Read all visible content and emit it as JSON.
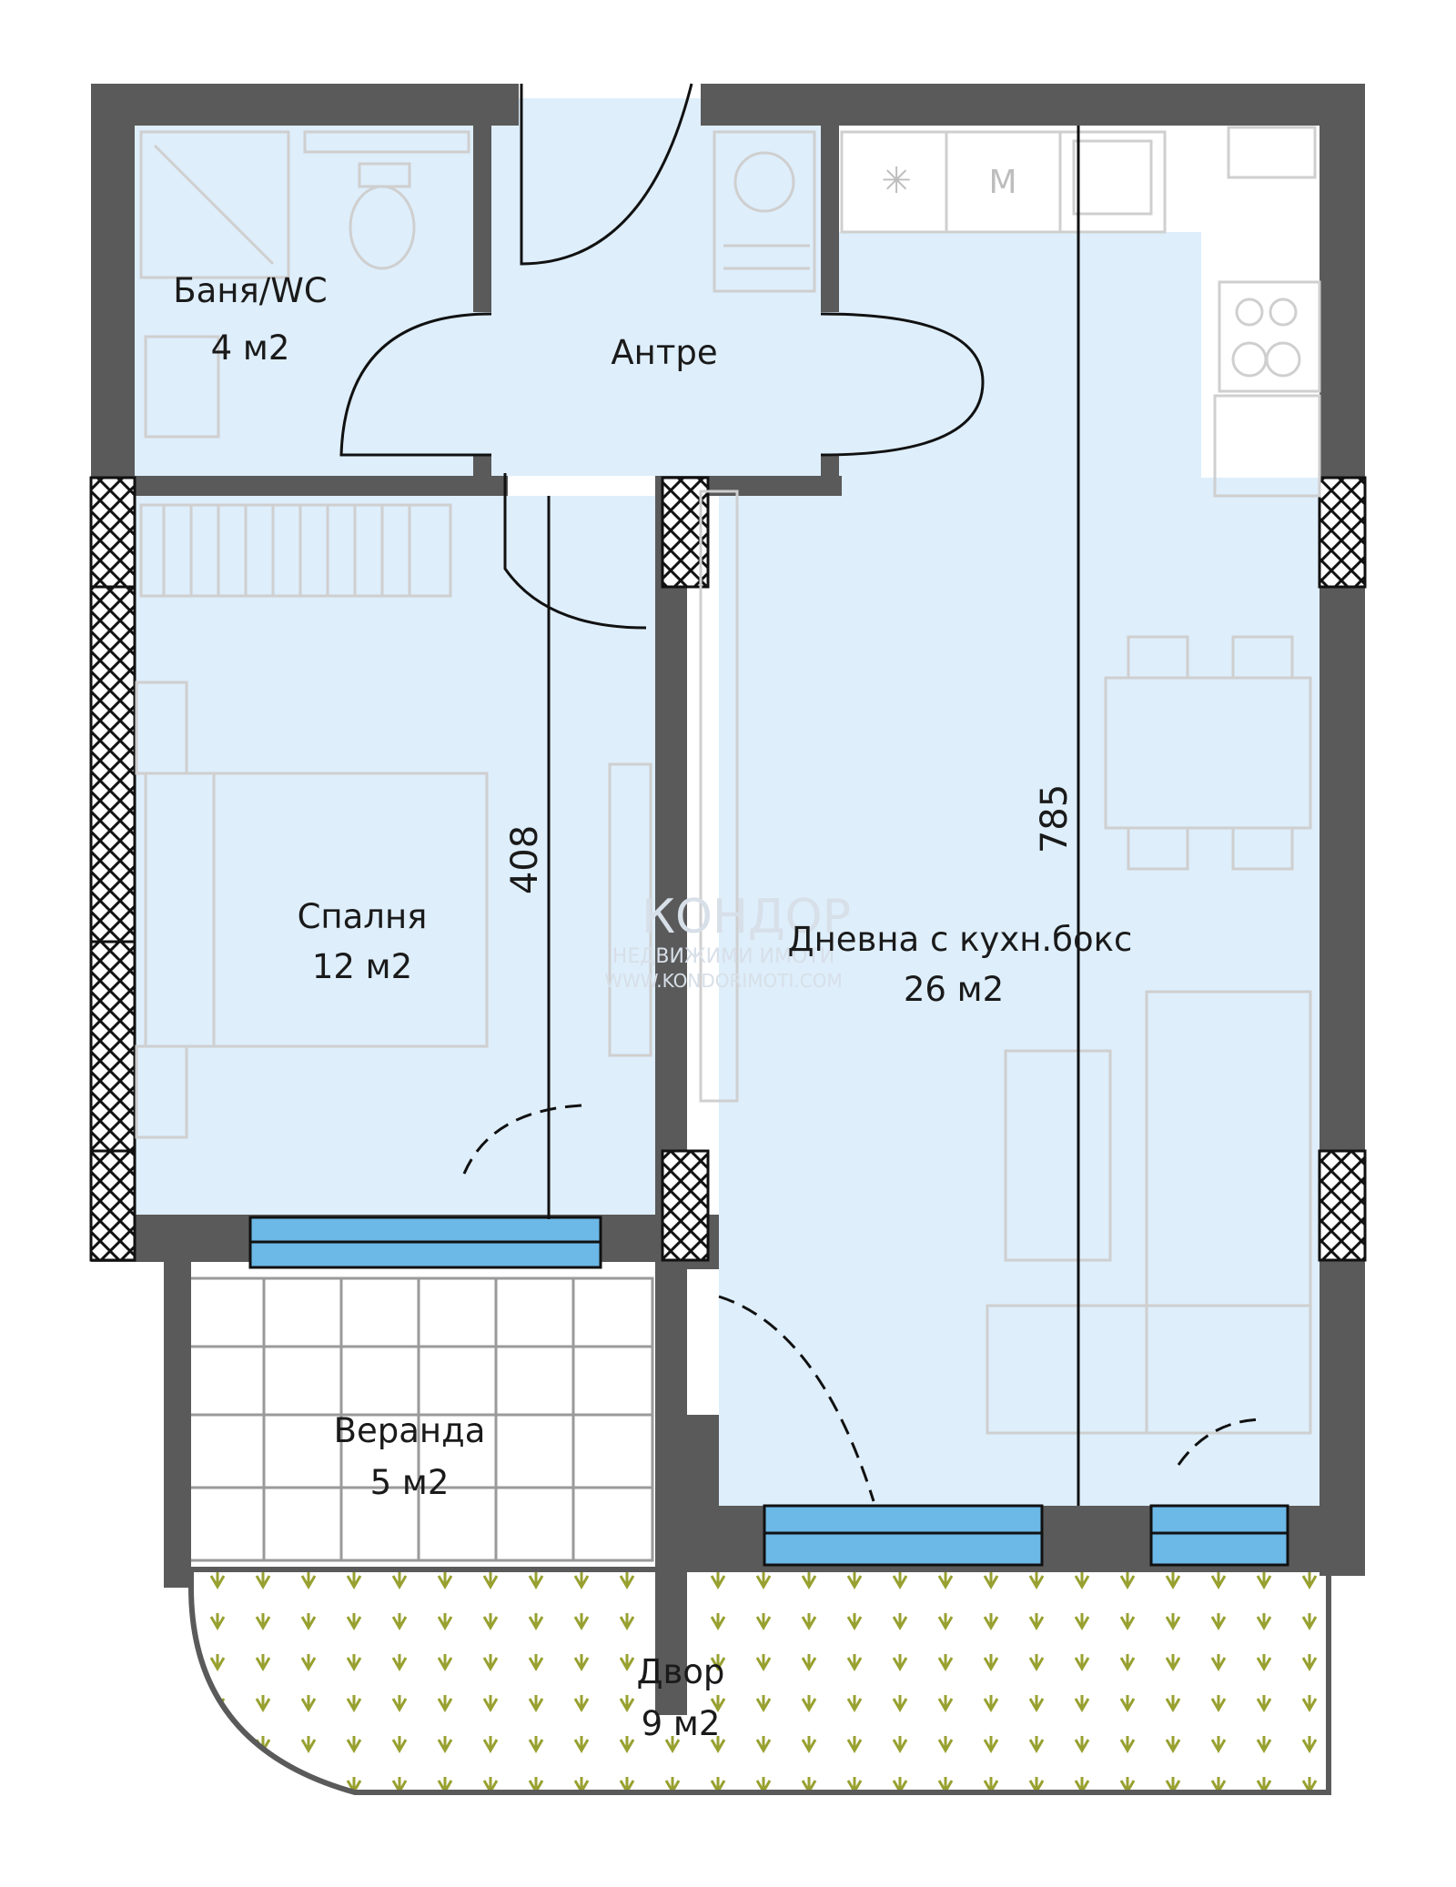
{
  "colors": {
    "wall": "#5a5a5a",
    "interior": "#deeefb",
    "veranda": "#ffffff",
    "yard_arrow": "#98a130",
    "window_glass": "#6cb8e6",
    "furniture": "#cfcfcf",
    "hatch": "#111111"
  },
  "rooms": {
    "bath": {
      "name": "Баня/WC",
      "area": "4 м2"
    },
    "hall": {
      "name": "Антре"
    },
    "bedroom": {
      "name": "Спалня",
      "area": "12 м2"
    },
    "living": {
      "name": "Дневна с кухн.бокс",
      "area": "26 м2"
    },
    "veranda": {
      "name": "Веранда",
      "area": "5 м2"
    },
    "yard": {
      "name": "Двор",
      "area": "9 м2"
    }
  },
  "dimensions": {
    "bedroom_depth": "408",
    "living_depth": "785"
  },
  "watermark": {
    "brand": "КОНДОР",
    "tagline": "НЕДВИЖИМИ ИМОТИ",
    "site": "WWW.KONDORIMOTI.COM"
  },
  "appliance_labels": {
    "microwave": "M",
    "freezer": "✳"
  }
}
